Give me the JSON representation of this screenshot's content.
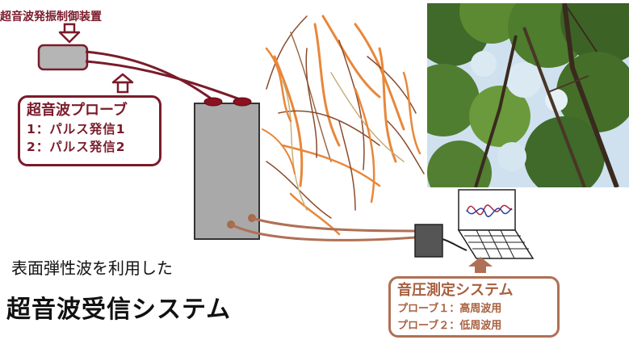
{
  "controller_label": "超音波発振制御装置",
  "probe_box": {
    "title": "超音波プローブ",
    "line1": "1：パルス発信1",
    "line2": "2：パルス発信2"
  },
  "caption": {
    "line1": "表面弾性波を利用した",
    "line2": "超音波受信システム"
  },
  "sound_box": {
    "title": "音圧測定システム",
    "line1": "プローブ１：高周波用",
    "line2": "プローブ２：低周波用"
  },
  "colors": {
    "maroon": "#7a1b2a",
    "copper": "#b07055",
    "wood_gray": "#a9a9a9",
    "fiber_orange": "#e8873a"
  },
  "icons": [
    "down-arrow-icon",
    "up-arrow-icon",
    "laptop-icon",
    "waveform-icon"
  ]
}
